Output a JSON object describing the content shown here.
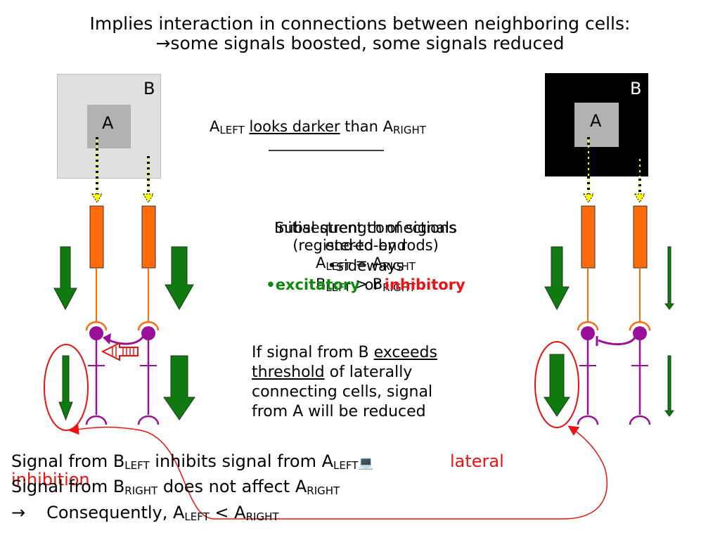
{
  "title": {
    "line1": "Implies interaction in connections between neighboring cells:",
    "arrow_symbol": "→",
    "line2": "some signals boosted, some signals reduced"
  },
  "left_stimulus": {
    "b_label": "B",
    "a_label": "A",
    "surround_color": "#e0e0e0",
    "center_color": "#b2b2b2"
  },
  "right_stimulus": {
    "b_label": "B",
    "a_label": "A",
    "surround_color": "#000000",
    "center_color": "#b2b2b2"
  },
  "perception": {
    "a": "A",
    "left_sub": "LEFT",
    "phrase": "looks darker",
    "than": "than A",
    "right_sub": "RIGHT"
  },
  "center_overlay": {
    "initial_line1": "Initial strength of signals",
    "initial_line2": "(registered by rods)",
    "eq_a_left": "A",
    "eq_a_left_sub": "LEFT",
    "eq_eq": " = A",
    "eq_a_right_sub": "RIGHT",
    "eq_b_left": "B",
    "eq_b_left_sub": "LEFT",
    "eq_gt": " > B",
    "eq_b_right_sub": "RIGHT",
    "sub_line1": "Subsequent connections",
    "sub_line2": "end-to-end",
    "sub_line3": "•sideways",
    "bullet": "•",
    "excitatory": "excitatory",
    "or": " or ",
    "inhibitory": "inhibitory"
  },
  "threshold_note": {
    "p1": "If signal from B ",
    "exceeds": "exceeds",
    "threshold": "threshold",
    "p2": " of laterally",
    "line3": "connecting cells, signal",
    "line4": "from A will be reduced"
  },
  "bottom": {
    "l1_a": "Signal from B",
    "l1_sub1": "LEFT",
    "l1_b": " inhibits signal from A",
    "l1_sub2": "LEFT",
    "glyph": "💻",
    "lateral": "lateral",
    "inhibition": "inhibition",
    "l2_a": "Signal from B",
    "l2_sub1": "RIGHT",
    "l2_b": " does not affect A",
    "l2_sub2": "RIGHT",
    "arrow": "→",
    "l3_a": "Consequently, A",
    "l3_sub1": "LEFT",
    "l3_lt": " < A",
    "l3_sub2": "RIGHT"
  },
  "colors": {
    "rod": "#ff6a0a",
    "neuron": "#990f99",
    "arrow_green": "#107a10",
    "highlight_red": "#ee1111",
    "dotted_yellow": "#ffff00"
  }
}
